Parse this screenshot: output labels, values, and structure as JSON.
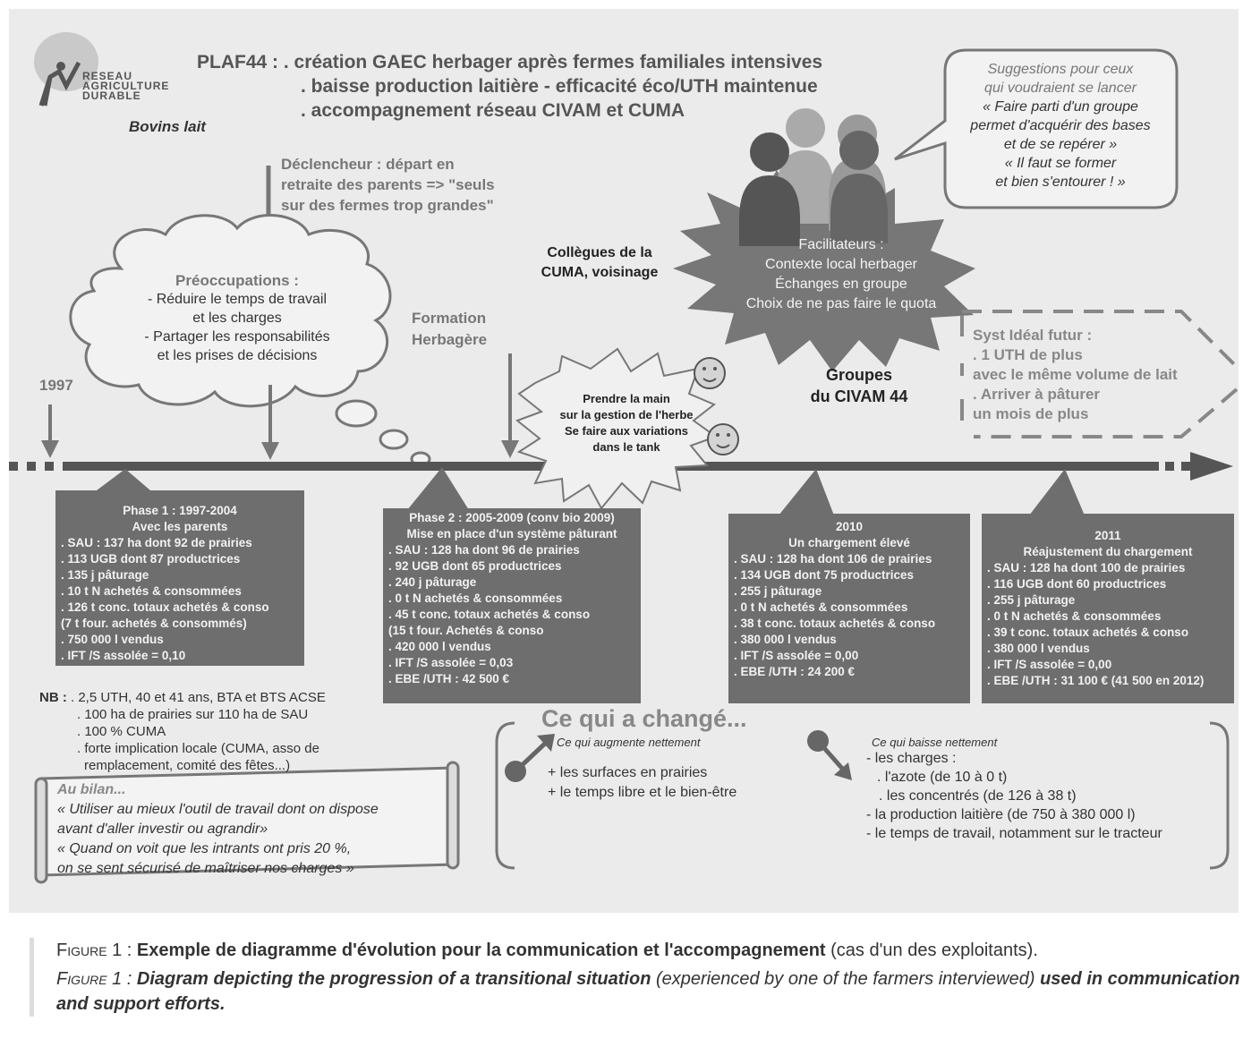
{
  "logo": {
    "line1": "RESEAU",
    "line2": "AGRICULTURE",
    "line3": "DURABLE"
  },
  "subtitle": "Bovins lait",
  "title": {
    "prefix": "PLAF44 : ",
    "lines": [
      ". création GAEC herbager après fermes familiales intensives",
      ". baisse production laitière - efficacité éco/UTH maintenue",
      ". accompagnement réseau CIVAM et CUMA"
    ]
  },
  "trigger": {
    "lines": [
      "Déclencheur : départ en",
      "retraite des parents => \"seuls",
      "sur des fermes trop grandes\""
    ]
  },
  "concerns": {
    "title": "Préoccupations  :",
    "lines": [
      "- Réduire le temps de travail",
      "et les charges",
      "- Partager les responsabilités",
      "et les prises de décisions"
    ]
  },
  "year_start": "1997",
  "formation": {
    "lines": [
      "Formation",
      "Herbagère"
    ]
  },
  "colleagues": {
    "lines": [
      "Collègues de la",
      "CUMA, voisinage"
    ]
  },
  "grass": {
    "lines": [
      "Prendre la main",
      "sur la gestion de l'herbe",
      "Se faire aux variations",
      "dans le tank"
    ]
  },
  "facilitators": {
    "lines": [
      "Facilitateurs :",
      "Contexte local herbager",
      "Échanges en groupe",
      "Choix de ne pas faire le quota"
    ]
  },
  "suggestions": {
    "lines": [
      "Suggestions pour ceux",
      "qui voudraient se lancer",
      "« Faire parti d'un groupe",
      "permet d'acquérir des bases",
      "et de se repérer »",
      "« Il faut se former",
      "et bien s'entourer ! »"
    ]
  },
  "civam": {
    "lines": [
      "Groupes",
      "du CIVAM 44"
    ]
  },
  "ideal": {
    "lines": [
      "Syst Idéal futur :",
      ". 1 UTH de plus",
      "avec le même volume de lait",
      ". Arriver à pâturer",
      "un mois de plus"
    ]
  },
  "phases": [
    {
      "header": [
        "Phase 1 : 1997-2004",
        "Avec les parents"
      ],
      "lines": [
        ". SAU :  137 ha dont 92 de prairies",
        ". 113 UGB dont 87 productrices",
        ". 135 j pâturage",
        ". 10 t N achetés & consommées",
        ". 126 t conc. totaux achetés & conso",
        "(7 t four. achetés & consommés)",
        ". 750 000 l vendus",
        ". IFT /S assolée = 0,10"
      ]
    },
    {
      "header": [
        "Phase 2 : 2005-2009 (conv bio 2009)",
        "Mise en place d'un système pâturant"
      ],
      "lines": [
        ". SAU :  128 ha dont 96 de prairies",
        ". 92 UGB dont 65 productrices",
        ". 240 j pâturage",
        ". 0 t N achetés & consommées",
        ". 45 t conc. totaux achetés & conso",
        "(15 t four. Achetés & conso",
        ". 420 000 l vendus",
        ". IFT /S assolée = 0,03",
        ". EBE /UTH : 42 500 €"
      ]
    },
    {
      "header": [
        "2010",
        "Un chargement élevé"
      ],
      "lines": [
        ". SAU :  128 ha dont 106 de prairies",
        ". 134 UGB dont 75 productrices",
        ". 255 j pâturage",
        ". 0 t N achetés & consommées",
        ". 38 t conc. totaux achetés & conso",
        ". 380 000 l vendus",
        ". IFT /S assolée = 0,00",
        ". EBE /UTH : 24 200 €"
      ]
    },
    {
      "header": [
        "2011",
        "Réajustement du chargement"
      ],
      "lines": [
        ". SAU :  128 ha dont 100 de prairies",
        ". 116 UGB dont 60 productrices",
        ". 255 j pâturage",
        ". 0 t N achetés & consommées",
        ". 39 t conc. totaux achetés & conso",
        ". 380 000 l vendus",
        ". IFT /S assolée = 0,00",
        ". EBE /UTH : 31 100 € (41 500  en 2012)"
      ]
    }
  ],
  "nb": {
    "label": "NB :",
    "lines": [
      ". 2,5 UTH, 40 et 41 ans, BTA et BTS ACSE",
      ". 100 ha de prairies sur 110 ha de SAU",
      ". 100 % CUMA",
      ". forte implication locale (CUMA, asso de",
      "remplacement, comité des fêtes...)"
    ]
  },
  "bilan": {
    "title": "Au bilan...",
    "lines": [
      "« Utiliser au mieux l'outil de travail dont on dispose",
      "avant d'aller investir ou agrandir»",
      "« Quand on voit que les intrants ont pris 20 %,",
      " on se sent sécurisé de maîtriser nos charges »"
    ]
  },
  "changes": {
    "title": "Ce qui a changé...",
    "up_title": "Ce qui augmente nettement",
    "up_lines": [
      "+ les surfaces en prairies",
      "+ le temps libre et le bien-être"
    ],
    "down_title": "Ce qui baisse nettement",
    "down_lines": [
      "- les charges :",
      " . l'azote (de 10 à 0 t)",
      ". les concentrés (de 126 à 38 t)",
      "- la production laitière (de 750 à 380 000 l)",
      "- le temps de travail, notamment sur le tracteur"
    ]
  },
  "caption": {
    "fr_label": "Figure 1 : ",
    "fr_bold": "Exemple de diagramme d'évolution pour la communication et l'accompagnement",
    "fr_rest": " (cas d'un des exploitants).",
    "en_label": "Figure 1 : ",
    "en_bold": "Diagram depicting the progression of a transitional situation",
    "en_rest": " (experienced by one of the farmers interviewed) ",
    "en_bold2": "used in communication and support efforts."
  }
}
